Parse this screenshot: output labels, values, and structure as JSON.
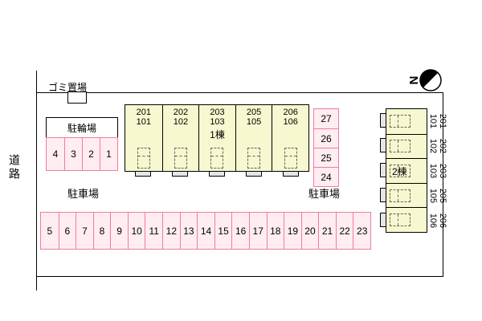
{
  "labels": {
    "road": "道路",
    "garbage": "ゴミ置場",
    "bicycle": "駐輪場",
    "parking_left": "駐車場",
    "parking_right": "駐車場"
  },
  "compass": {
    "letter": "N"
  },
  "building1": {
    "name": "1棟",
    "units": [
      {
        "upper": "201",
        "lower": "101"
      },
      {
        "upper": "202",
        "lower": "102"
      },
      {
        "upper": "203",
        "lower": "103"
      },
      {
        "upper": "205",
        "lower": "105"
      },
      {
        "upper": "206",
        "lower": "106"
      }
    ]
  },
  "building2": {
    "name": "2棟",
    "units": [
      {
        "upper": "201",
        "lower": "101"
      },
      {
        "upper": "202",
        "lower": "102"
      },
      {
        "upper": "203",
        "lower": "103"
      },
      {
        "upper": "205",
        "lower": "105"
      },
      {
        "upper": "206",
        "lower": "106"
      }
    ]
  },
  "parking": {
    "top_left": [
      "4",
      "3",
      "2",
      "1"
    ],
    "right_column": [
      "27",
      "26",
      "25",
      "24"
    ],
    "bottom_row": [
      "5",
      "6",
      "7",
      "8",
      "9",
      "10",
      "11",
      "12",
      "13",
      "14",
      "15",
      "16",
      "17",
      "18",
      "19",
      "20",
      "21",
      "22",
      "23"
    ]
  }
}
